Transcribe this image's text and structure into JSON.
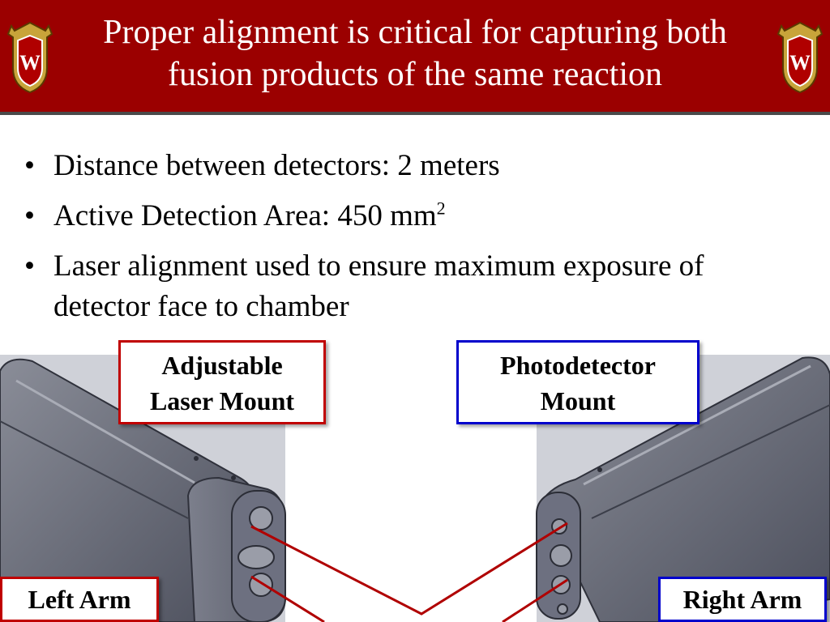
{
  "slide": {
    "title": "Proper alignment is critical for capturing both fusion products of the same reaction",
    "crest_letter": "W",
    "colors": {
      "title_bg": "#9b0000",
      "red_box": "#c00000",
      "blue_box": "#0000cc",
      "line": "#b00000"
    }
  },
  "bullets": {
    "b1": "Distance between detectors: 2 meters",
    "b2_text": "Active Detection Area: 450 mm",
    "b2_sup": "2",
    "b3": "Laser alignment used to ensure maximum exposure of detector face to chamber",
    "marker": "•"
  },
  "labels": {
    "laser_line1": "Adjustable",
    "laser_line2": "Laser Mount",
    "photo_line1": "Photodetector",
    "photo_line2": "Mount",
    "left_arm": "Left Arm",
    "right_arm": "Right Arm"
  }
}
